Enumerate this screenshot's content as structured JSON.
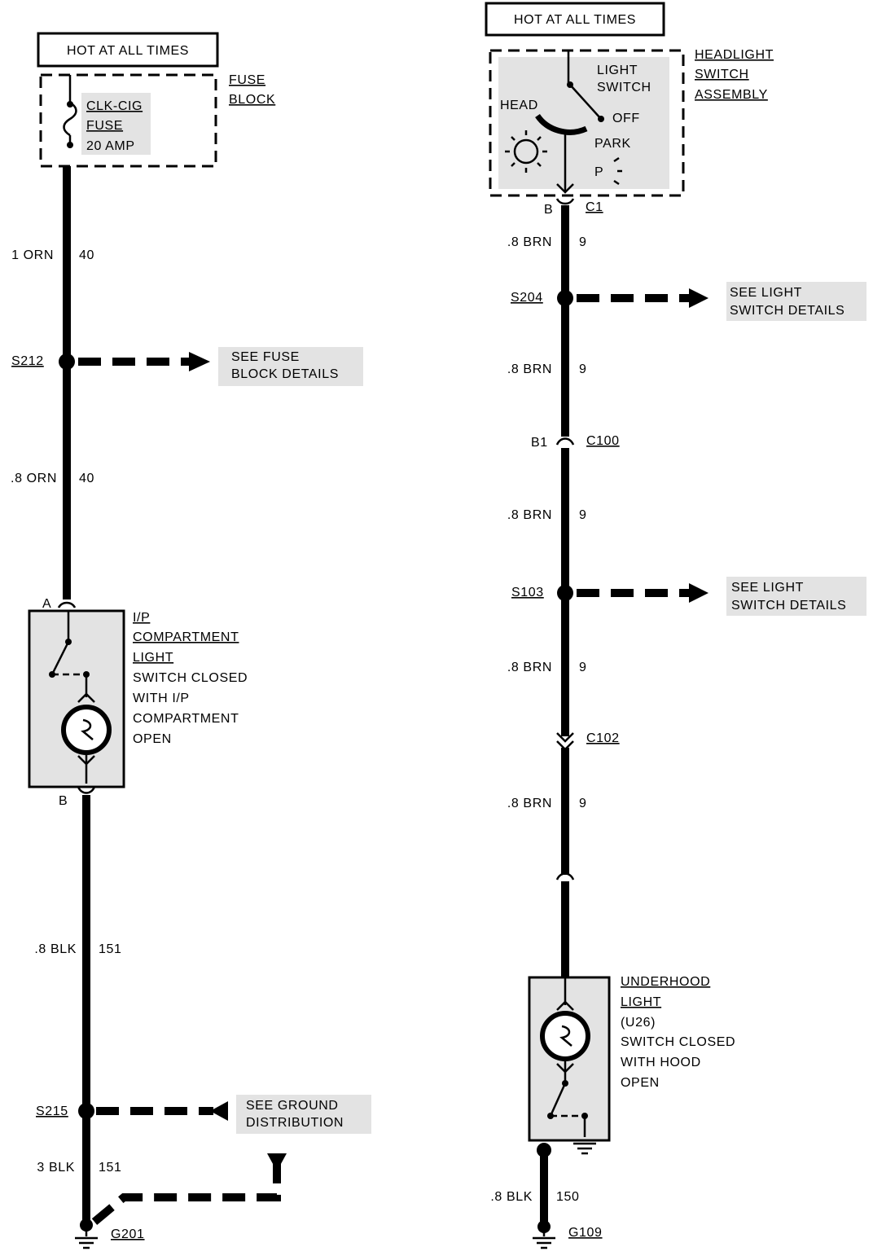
{
  "left_circuit": {
    "power_label": "HOT AT ALL TIMES",
    "fuse_block_label": [
      "FUSE",
      "BLOCK"
    ],
    "fuse_labels": [
      "CLK-CIG",
      "FUSE",
      "20 AMP"
    ],
    "wire1": {
      "size_color": "1 ORN",
      "circuit": "40"
    },
    "splice1": {
      "id": "S212",
      "note": [
        "SEE FUSE",
        "BLOCK DETAILS"
      ]
    },
    "wire2": {
      "size_color": ".8 ORN",
      "circuit": "40"
    },
    "lamp_pin_top": "A",
    "lamp_labels": [
      "I/P",
      "COMPARTMENT",
      "LIGHT",
      "SWITCH CLOSED",
      "WITH I/P",
      "COMPARTMENT",
      "OPEN"
    ],
    "lamp_pin_bottom": "B",
    "wire3": {
      "size_color": ".8 BLK",
      "circuit": "151"
    },
    "splice2": {
      "id": "S215",
      "note": [
        "SEE GROUND",
        "DISTRIBUTION"
      ]
    },
    "wire4": {
      "size_color": "3 BLK",
      "circuit": "151"
    },
    "ground": "G201"
  },
  "right_circuit": {
    "power_label": "HOT AT ALL TIMES",
    "assembly_label": [
      "HEADLIGHT",
      "SWITCH",
      "ASSEMBLY"
    ],
    "switch_labels": {
      "light_switch": [
        "LIGHT",
        "SWITCH"
      ],
      "head": "HEAD",
      "off": "OFF",
      "park": "PARK",
      "p": "P"
    },
    "connector1": {
      "pin": "B",
      "id": "C1"
    },
    "wire1": {
      "size_color": ".8 BRN",
      "circuit": "9"
    },
    "splice1": {
      "id": "S204",
      "note": [
        "SEE LIGHT",
        "SWITCH DETAILS"
      ]
    },
    "wire2": {
      "size_color": ".8 BRN",
      "circuit": "9"
    },
    "connector2": {
      "pin": "B1",
      "id": "C100"
    },
    "wire3": {
      "size_color": ".8 BRN",
      "circuit": "9"
    },
    "splice2": {
      "id": "S103",
      "note": [
        "SEE LIGHT",
        "SWITCH DETAILS"
      ]
    },
    "wire4": {
      "size_color": ".8 BRN",
      "circuit": "9"
    },
    "connector3": {
      "id": "C102"
    },
    "wire5": {
      "size_color": ".8 BRN",
      "circuit": "9"
    },
    "lamp_labels": [
      "UNDERHOOD",
      "LIGHT",
      "(U26)",
      "SWITCH CLOSED",
      "WITH HOOD",
      "OPEN"
    ],
    "wire6": {
      "size_color": ".8 BLK",
      "circuit": "150"
    },
    "ground": "G109"
  }
}
